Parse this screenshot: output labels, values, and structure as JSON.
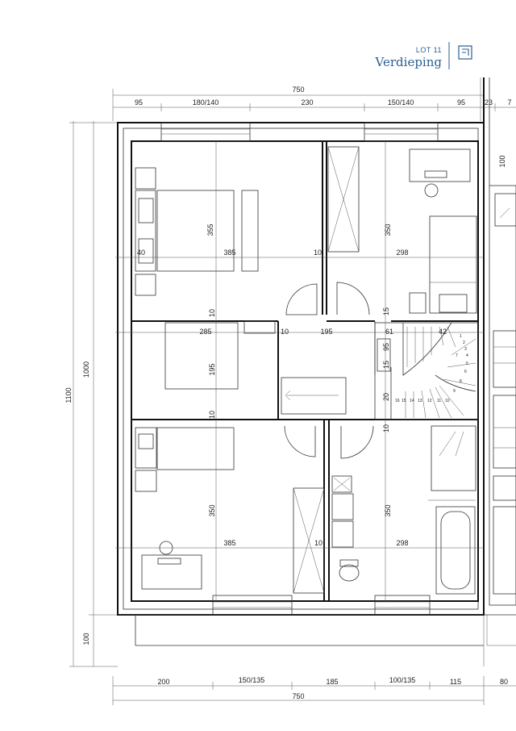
{
  "header": {
    "lot": "LOT 11",
    "level": "Verdieping",
    "logo_icon": "plan-logo-icon",
    "accent_color": "#2a5d8f"
  },
  "dimensions": {
    "top_total": "750",
    "top_segments": [
      "95",
      "180/140",
      "230",
      "150/140",
      "95",
      "23",
      "7"
    ],
    "right_top": "100",
    "left_total": "1100",
    "left_inner": "1000",
    "left_bottom": "100",
    "bottom_segments": [
      "200",
      "150/135",
      "185",
      "100/135",
      "115",
      "80"
    ],
    "bottom_total": "750"
  },
  "rooms": {
    "bedroom1": {
      "height": "355",
      "width": "385",
      "wall_left": "40",
      "wall_right": "10"
    },
    "bedroom2": {
      "height": "350",
      "width": "298"
    },
    "landing": {
      "width_left": "285",
      "wall": "10",
      "width_right": "195",
      "height": "195",
      "wall_top": "10",
      "wall_bottom": "10"
    },
    "bedroom3": {
      "height": "350",
      "width": "385",
      "wall_right": "10"
    },
    "bathroom": {
      "height": "350",
      "width": "298",
      "wall_top": "10"
    },
    "stair_labels": [
      "15",
      "61",
      "42",
      "95",
      "15",
      "20"
    ],
    "stair_steps": [
      "1",
      "2",
      "3",
      "4",
      "5",
      "6",
      "7",
      "8",
      "9",
      "10",
      "11",
      "12",
      "13",
      "14",
      "15",
      "16"
    ]
  }
}
